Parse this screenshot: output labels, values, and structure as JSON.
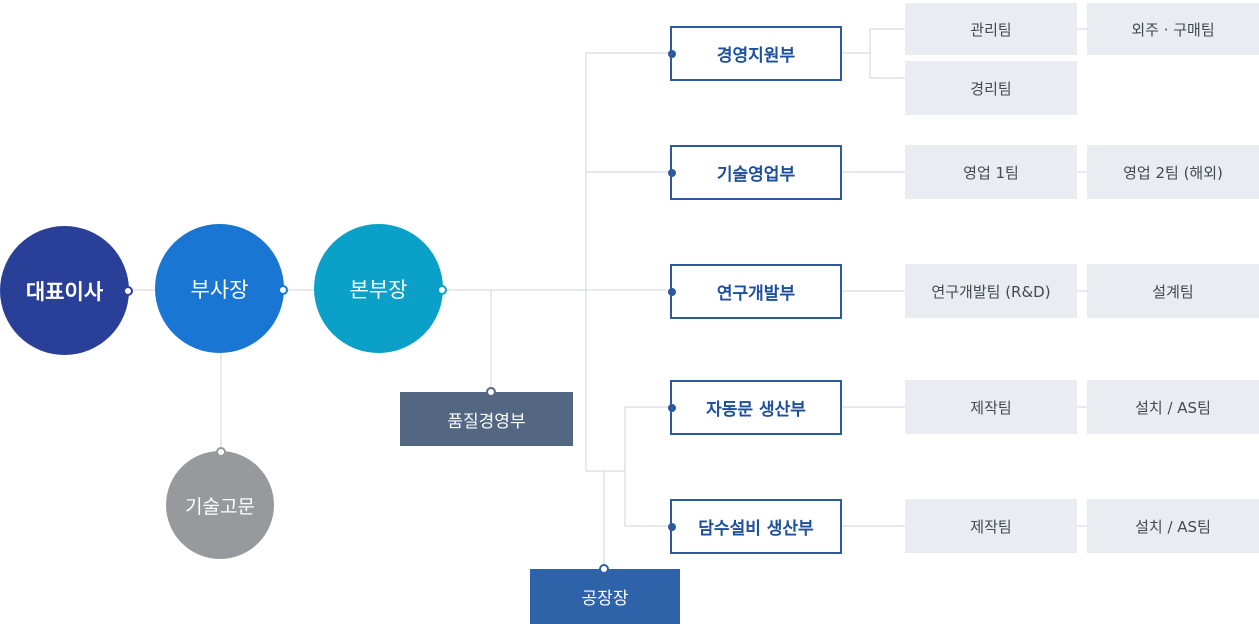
{
  "colors": {
    "ceo": "#2a3f98",
    "vice_president": "#1976d2",
    "division_head": "#0aa0c8",
    "advisor": "#98999c",
    "quality": "#546782",
    "factory": "#2f63a9",
    "dept_border": "#2c5a9e",
    "team_bg": "#e9ecf1",
    "line": "#cfd3d8"
  },
  "executives": {
    "ceo": "대표이사",
    "vice_president": "부사장",
    "division_head": "본부장",
    "advisor": "기술고문"
  },
  "staff": {
    "quality": "품질경영부",
    "factory": "공장장"
  },
  "departments": [
    {
      "label": "경영지원부",
      "teams": [
        "관리팀",
        "외주 · 구매팀",
        "경리팀"
      ]
    },
    {
      "label": "기술영업부",
      "teams": [
        "영업 1팀",
        "영업 2팀 (해외)"
      ]
    },
    {
      "label": "연구개발부",
      "teams": [
        "연구개발팀 (R&D)",
        "설계팀"
      ]
    },
    {
      "label": "자동문 생산부",
      "teams": [
        "제작팀",
        "설치 / AS팀"
      ]
    },
    {
      "label": "담수설비 생산부",
      "teams": [
        "제작팀",
        "설치 / AS팀"
      ]
    }
  ]
}
